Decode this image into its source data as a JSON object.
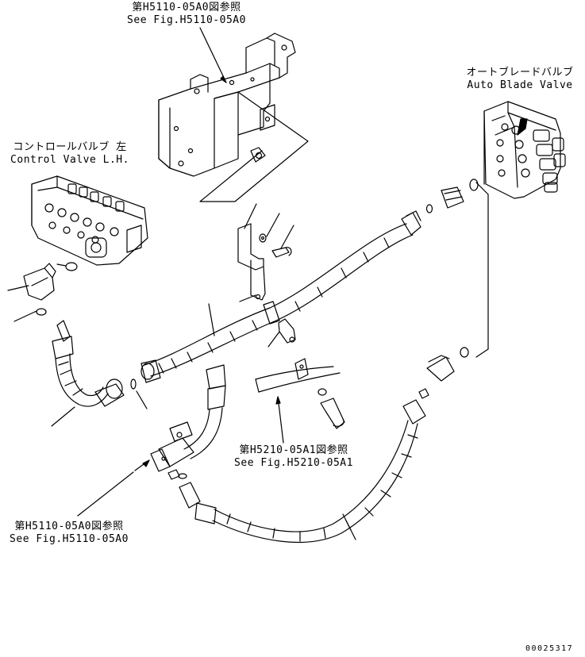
{
  "labels": {
    "ref_top_jp": "第H5110-05A0図参照",
    "ref_top_en": "See Fig.H5110-05A0",
    "auto_blade_jp": "オートブレードバルブ",
    "auto_blade_en": "Auto Blade Valve",
    "control_valve_jp": "コントロールバルブ 左",
    "control_valve_en": "Control Valve L.H.",
    "ref_mid_jp": "第H5210-05A1図参照",
    "ref_mid_en": "See Fig.H5210-05A1",
    "ref_bottom_jp": "第H5110-05A0図参照",
    "ref_bottom_en": "See Fig.H5110-05A0",
    "drawing_number": "00025317"
  }
}
